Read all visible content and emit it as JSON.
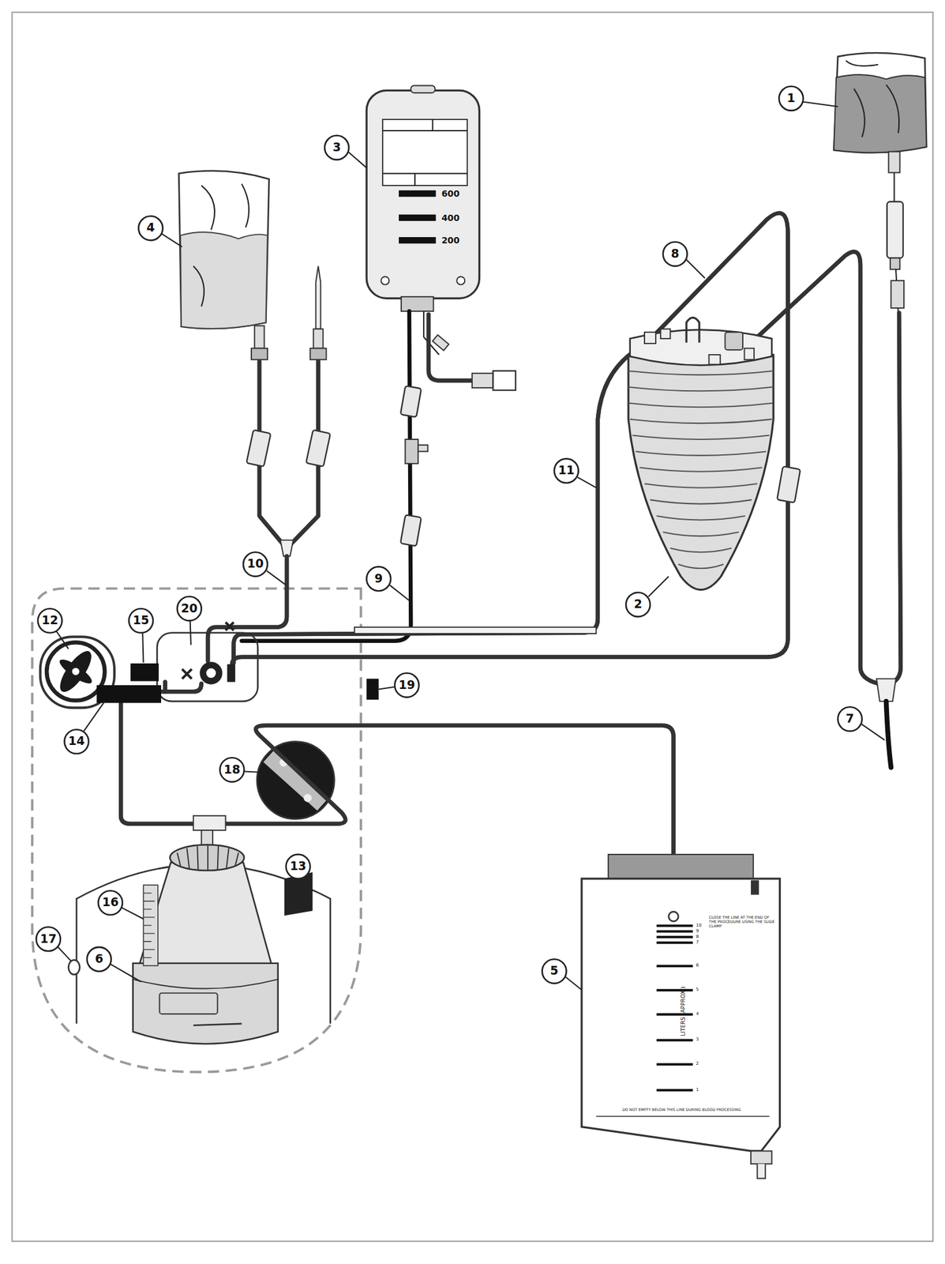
{
  "diagram": {
    "nodes": [
      {
        "text": [
          "600",
          "400",
          "200"
        ]
      },
      {
        "text": [
          "LITERS (APPROX.)",
          "10",
          "9",
          "8",
          "7",
          "6",
          "5",
          "4",
          "3",
          "2",
          "1",
          "CLOSE THE LINE AT THE END OF THE PROCEDURE USING THE SLIDE CLAMP",
          "DO NOT EMPTY BELOW THIS LINE DURING BLOOD PROCESSING"
        ]
      }
    ],
    "labels": [
      "1",
      "2",
      "3",
      "4",
      "5",
      "6",
      "7",
      "8",
      "9",
      "10",
      "11",
      "12",
      "13",
      "14",
      "15",
      "16",
      "17",
      "18",
      "19",
      "20"
    ]
  }
}
